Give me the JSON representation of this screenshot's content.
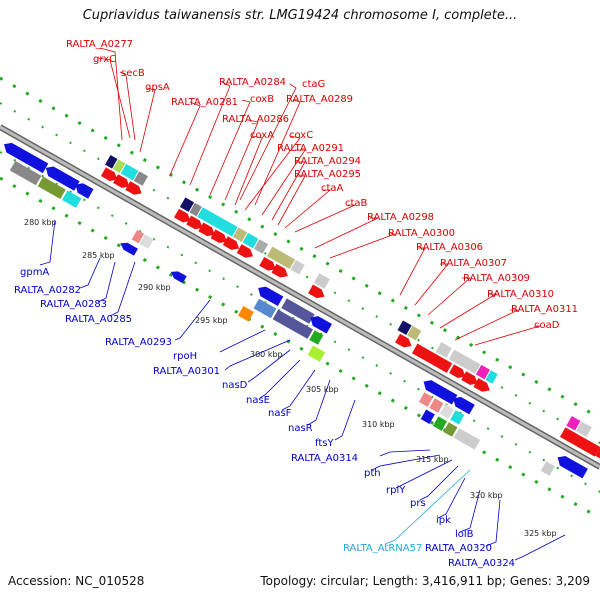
{
  "title": "Cupriavidus taiwanensis str. LMG19424 chromosome I, complete...",
  "footer": {
    "accession": "Accession: NC_010528",
    "summary": "Topology: circular; Length: 3,416,911 bp; Genes: 3,209"
  },
  "colors": {
    "forward_label": "#dd0000",
    "reverse_label": "#0000cc",
    "rna_label": "#22aadd",
    "backbone": "#888888",
    "tick_marks": "#22aa22"
  },
  "ticks": [
    "280 kbp",
    "285 kbp",
    "290 kbp",
    "295 kbp",
    "300 kbp",
    "305 kbp",
    "310 kbp",
    "315 kbp",
    "320 kbp",
    "325 kbp"
  ],
  "forward_labels": [
    "RALTA_A0277",
    "grxC",
    "secB",
    "gpsA",
    "RALTA_A0281",
    "RALTA_A0284",
    "coxB",
    "ctaG",
    "RALTA_A0289",
    "RALTA_A0286",
    "coxA",
    "coxC",
    "RALTA_A0291",
    "RALTA_A0294",
    "RALTA_A0295",
    "ctaA",
    "ctaB",
    "RALTA_A0298",
    "RALTA_A0300",
    "RALTA_A0306",
    "RALTA_A0307",
    "RALTA_A0309",
    "RALTA_A0310",
    "RALTA_A0311",
    "coaD"
  ],
  "reverse_labels": [
    "gpmA",
    "RALTA_A0282",
    "RALTA_A0283",
    "RALTA_A0285",
    "RALTA_A0293",
    "rpoH",
    "RALTA_A0301",
    "nasD",
    "nasE",
    "nasF",
    "nasR",
    "ftsY",
    "RALTA_A0314",
    "pth",
    "rplY",
    "prs",
    "ipk",
    "lolB",
    "RALTA_A0320",
    "RALTA_A0324"
  ],
  "rna_labels": [
    "RALTA_AtRNA57"
  ]
}
